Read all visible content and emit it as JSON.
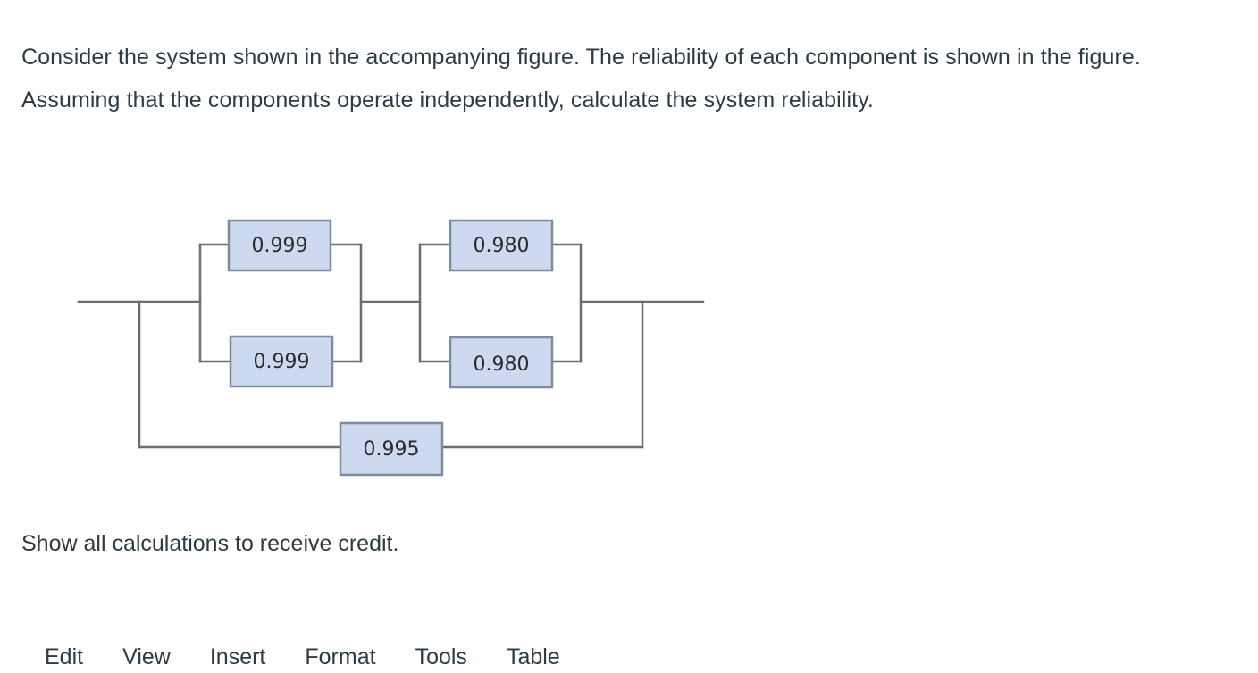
{
  "question": {
    "prompt": "Consider the system shown in the accompanying figure. The reliability of each component is shown in the figure. Assuming that the components operate independently, calculate the system reliability.",
    "closing": "Show all calculations to receive credit."
  },
  "figure": {
    "title": "",
    "type": "reliability-block-diagram",
    "colors": {
      "block_fill": "#ccd9ef",
      "block_border": "#7f8c9b",
      "wire": "#6e6e6e"
    },
    "blocks": [
      {
        "id": "c1",
        "label": "0.999",
        "stage": 1,
        "branch": "top"
      },
      {
        "id": "c2",
        "label": "0.999",
        "stage": 1,
        "branch": "bottom"
      },
      {
        "id": "c3",
        "label": "0.980",
        "stage": 2,
        "branch": "top"
      },
      {
        "id": "c4",
        "label": "0.980",
        "stage": 2,
        "branch": "bottom"
      },
      {
        "id": "c5",
        "label": "0.995",
        "stage": 3,
        "branch": "bypass"
      }
    ]
  },
  "editor": {
    "menu": [
      {
        "label": "Edit"
      },
      {
        "label": "View"
      },
      {
        "label": "Insert"
      },
      {
        "label": "Format"
      },
      {
        "label": "Tools"
      },
      {
        "label": "Table"
      }
    ]
  }
}
